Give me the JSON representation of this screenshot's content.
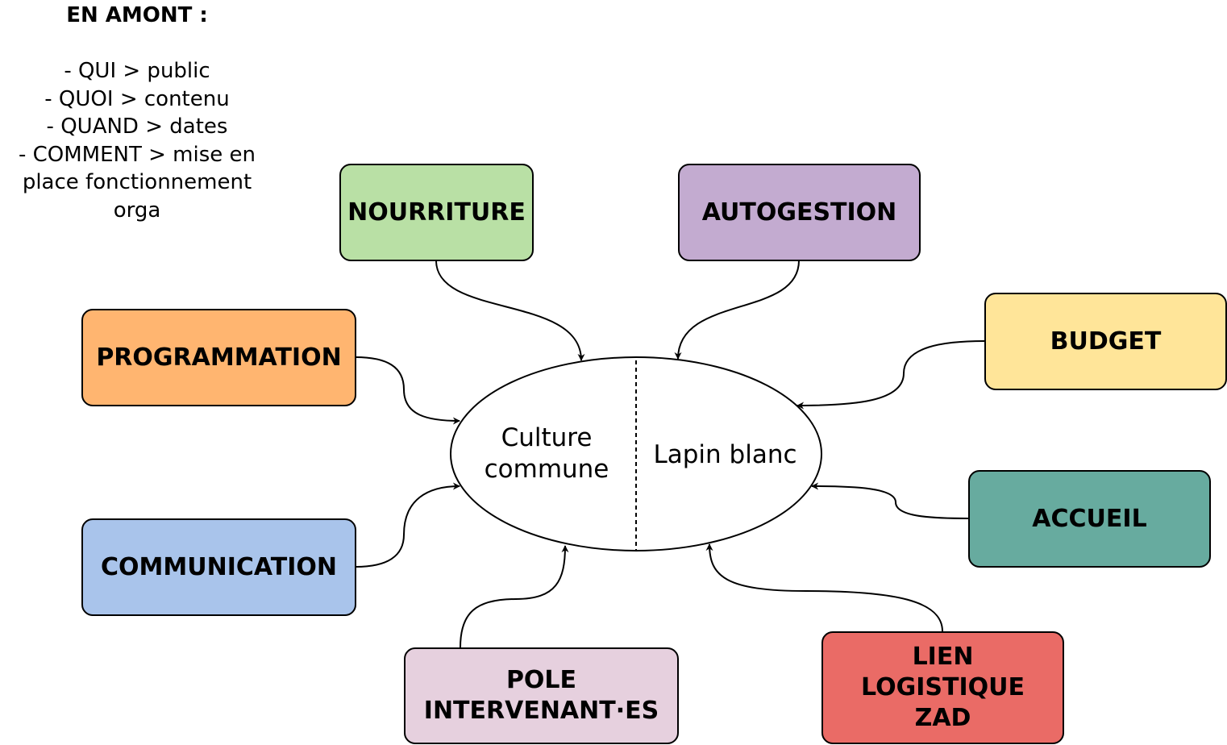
{
  "notes": {
    "title": "EN AMONT :",
    "lines": [
      "- QUI > public",
      "- QUOI > contenu",
      "- QUAND > dates",
      "- COMMENT > mise en",
      "place fonctionnement",
      "orga"
    ]
  },
  "center": {
    "left_label": "Culture commune",
    "right_label": "Lapin blanc"
  },
  "nodes": {
    "nourriture": {
      "label": "NOURRITURE",
      "color": "#b9e0a5"
    },
    "autogestion": {
      "label": "AUTOGESTION",
      "color": "#c3abd0"
    },
    "budget": {
      "label": "BUDGET",
      "color": "#ffe599"
    },
    "programmation": {
      "label": "PROGRAMMATION",
      "color": "#ffb570"
    },
    "accueil": {
      "label": "ACCUEIL",
      "color": "#67ab9f"
    },
    "communication": {
      "label": "COMMUNICATION",
      "color": "#a9c4eb"
    },
    "pole": {
      "label": "POLE INTERVENANT·ES",
      "color": "#e6d0de"
    },
    "lien": {
      "label": "LIEN LOGISTIQUE ZAD",
      "color": "#ea6b66"
    }
  }
}
